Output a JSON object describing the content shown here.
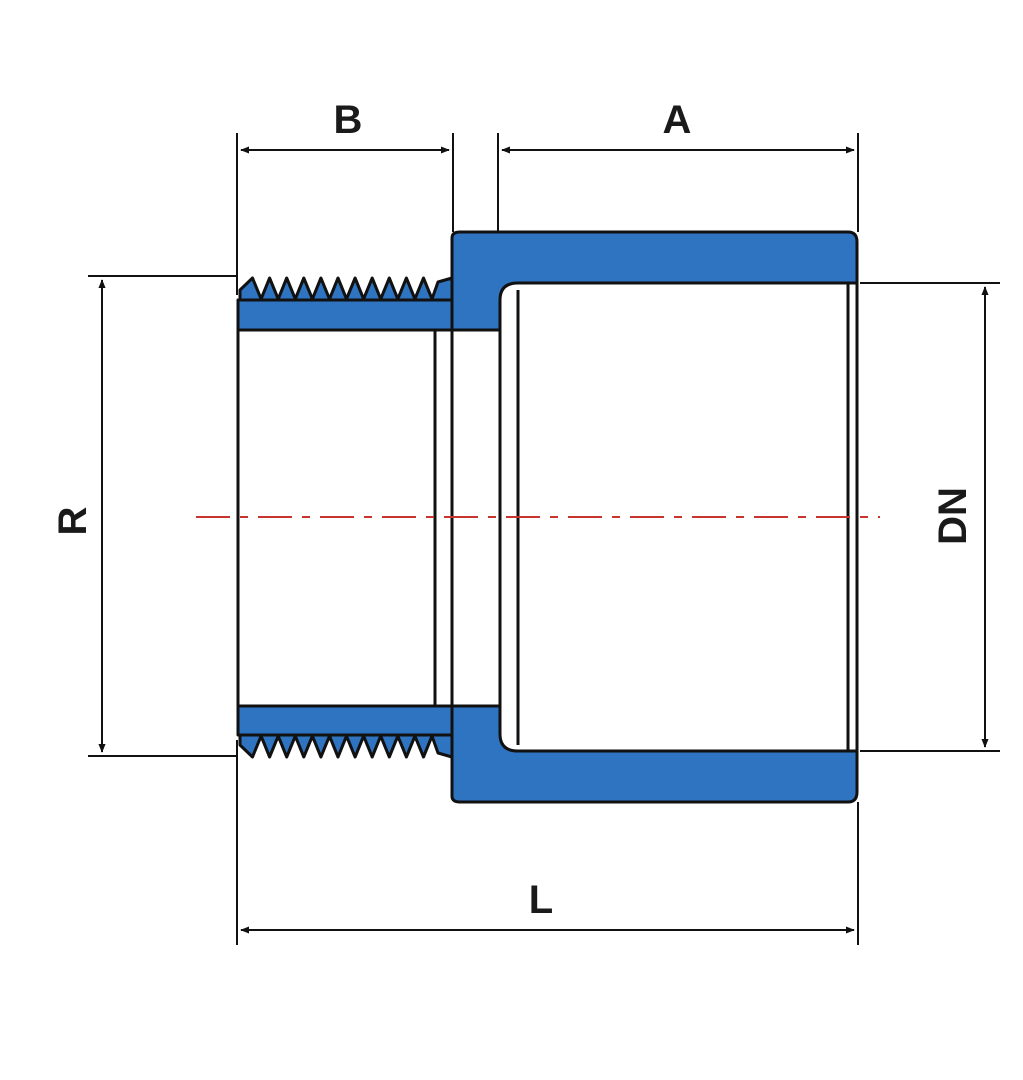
{
  "diagram": {
    "type": "technical-drawing",
    "subject": "threaded-to-socket-adapter",
    "colors": {
      "body_fill": "#2f74c0",
      "outline": "#111111",
      "centerline": "#c8352f",
      "background": "#ffffff"
    },
    "labels": {
      "B": "B",
      "A": "A",
      "R": "R",
      "DN": "DN",
      "L": "L"
    }
  }
}
